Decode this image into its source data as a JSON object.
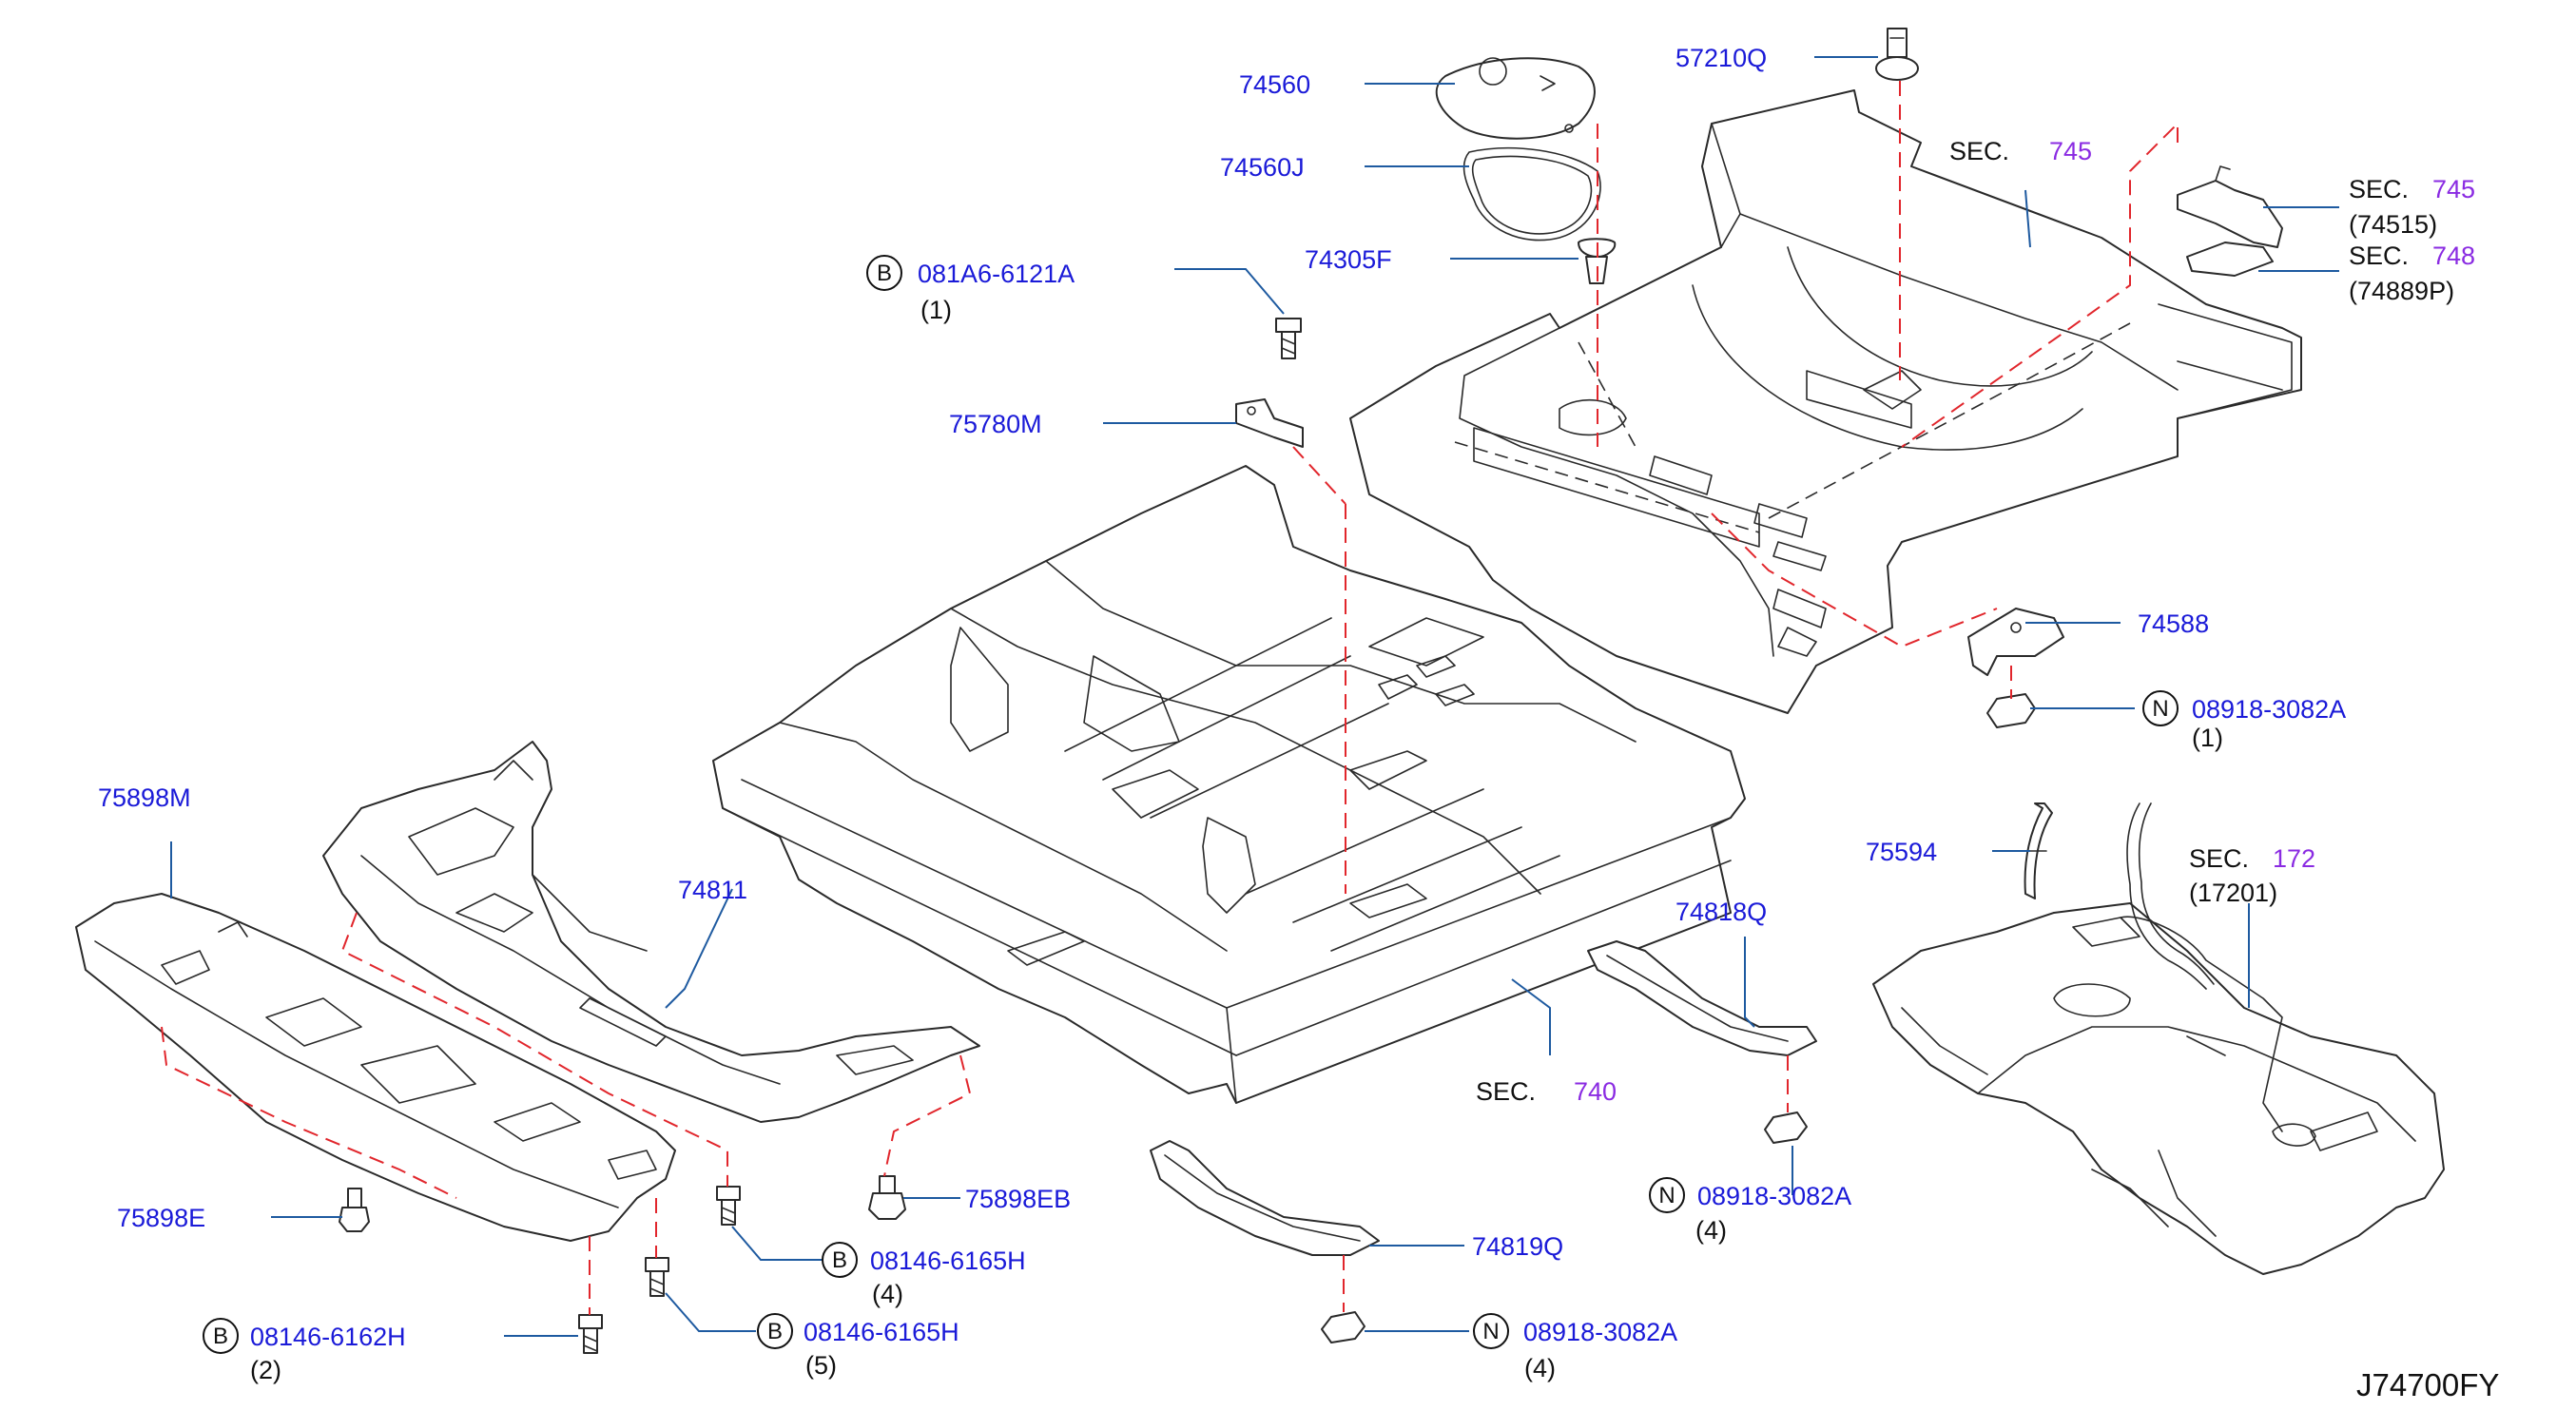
{
  "colors": {
    "part_number": "#1a1ad8",
    "section_number": "#8a2be2",
    "leader_line": "#1e5aa0",
    "dashed_guide": "#e1262c",
    "text": "#111111"
  },
  "diagram_code": "J74700FY",
  "callouts": {
    "p74560": {
      "part": "74560"
    },
    "p74560j": {
      "part": "74560J"
    },
    "p57210q": {
      "part": "57210Q"
    },
    "p74305f": {
      "part": "74305F"
    },
    "b081a6": {
      "prefix": "B",
      "part": "081A6-6121A",
      "qty": "(1)"
    },
    "p75780m": {
      "part": "75780M"
    },
    "sec745a": {
      "sec": "SEC.",
      "num": "745"
    },
    "sec745b": {
      "sec": "SEC.",
      "num": "745",
      "ref": "(74515)"
    },
    "sec748": {
      "sec": "SEC.",
      "num": "748",
      "ref": "(74889P)"
    },
    "p74588": {
      "part": "74588"
    },
    "n08918a": {
      "prefix": "N",
      "part": "08918-3082A",
      "qty": "(1)"
    },
    "p75898m": {
      "part": "75898M"
    },
    "p74811": {
      "part": "74811"
    },
    "p75594": {
      "part": "75594"
    },
    "sec172": {
      "sec": "SEC.",
      "num": "172",
      "ref": "(17201)"
    },
    "p74818q": {
      "part": "74818Q"
    },
    "sec740": {
      "sec": "SEC.",
      "num": "740"
    },
    "n08918b": {
      "prefix": "N",
      "part": "08918-3082A",
      "qty": "(4)"
    },
    "p75898e": {
      "part": "75898E"
    },
    "p75898eb": {
      "part": "75898EB"
    },
    "b08146a": {
      "prefix": "B",
      "part": "08146-6165H",
      "qty": "(4)"
    },
    "p74819q": {
      "part": "74819Q"
    },
    "n08918c": {
      "prefix": "N",
      "part": "08918-3082A",
      "qty": "(4)"
    },
    "b08146b": {
      "prefix": "B",
      "part": "08146-6162H",
      "qty": "(2)"
    },
    "b08146c": {
      "prefix": "B",
      "part": "08146-6165H",
      "qty": "(5)"
    }
  }
}
